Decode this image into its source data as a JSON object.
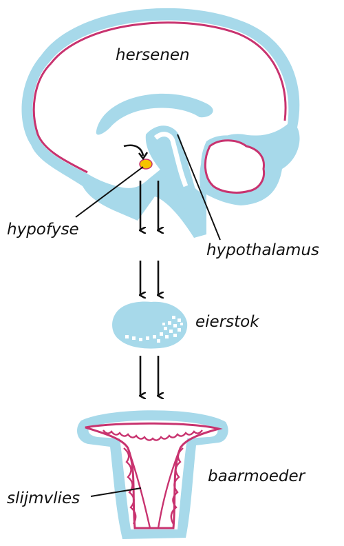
{
  "labels": {
    "brain": "hersenen",
    "pituitary": "hypofyse",
    "hypothalamus": "hypothalamus",
    "ovary": "eierstok",
    "uterus": "baarmoeder",
    "endometrium": "slijmvlies"
  },
  "colors": {
    "tissue_blue": "#a7d9ea",
    "outline_pink": "#c8336f",
    "gland_yellow": "#f5c400",
    "arrow_black": "#111111",
    "background": "#ffffff"
  },
  "arrows": {
    "brain_to_ovary_count": 4,
    "ovary_to_uterus_count": 2,
    "direction": "down"
  }
}
